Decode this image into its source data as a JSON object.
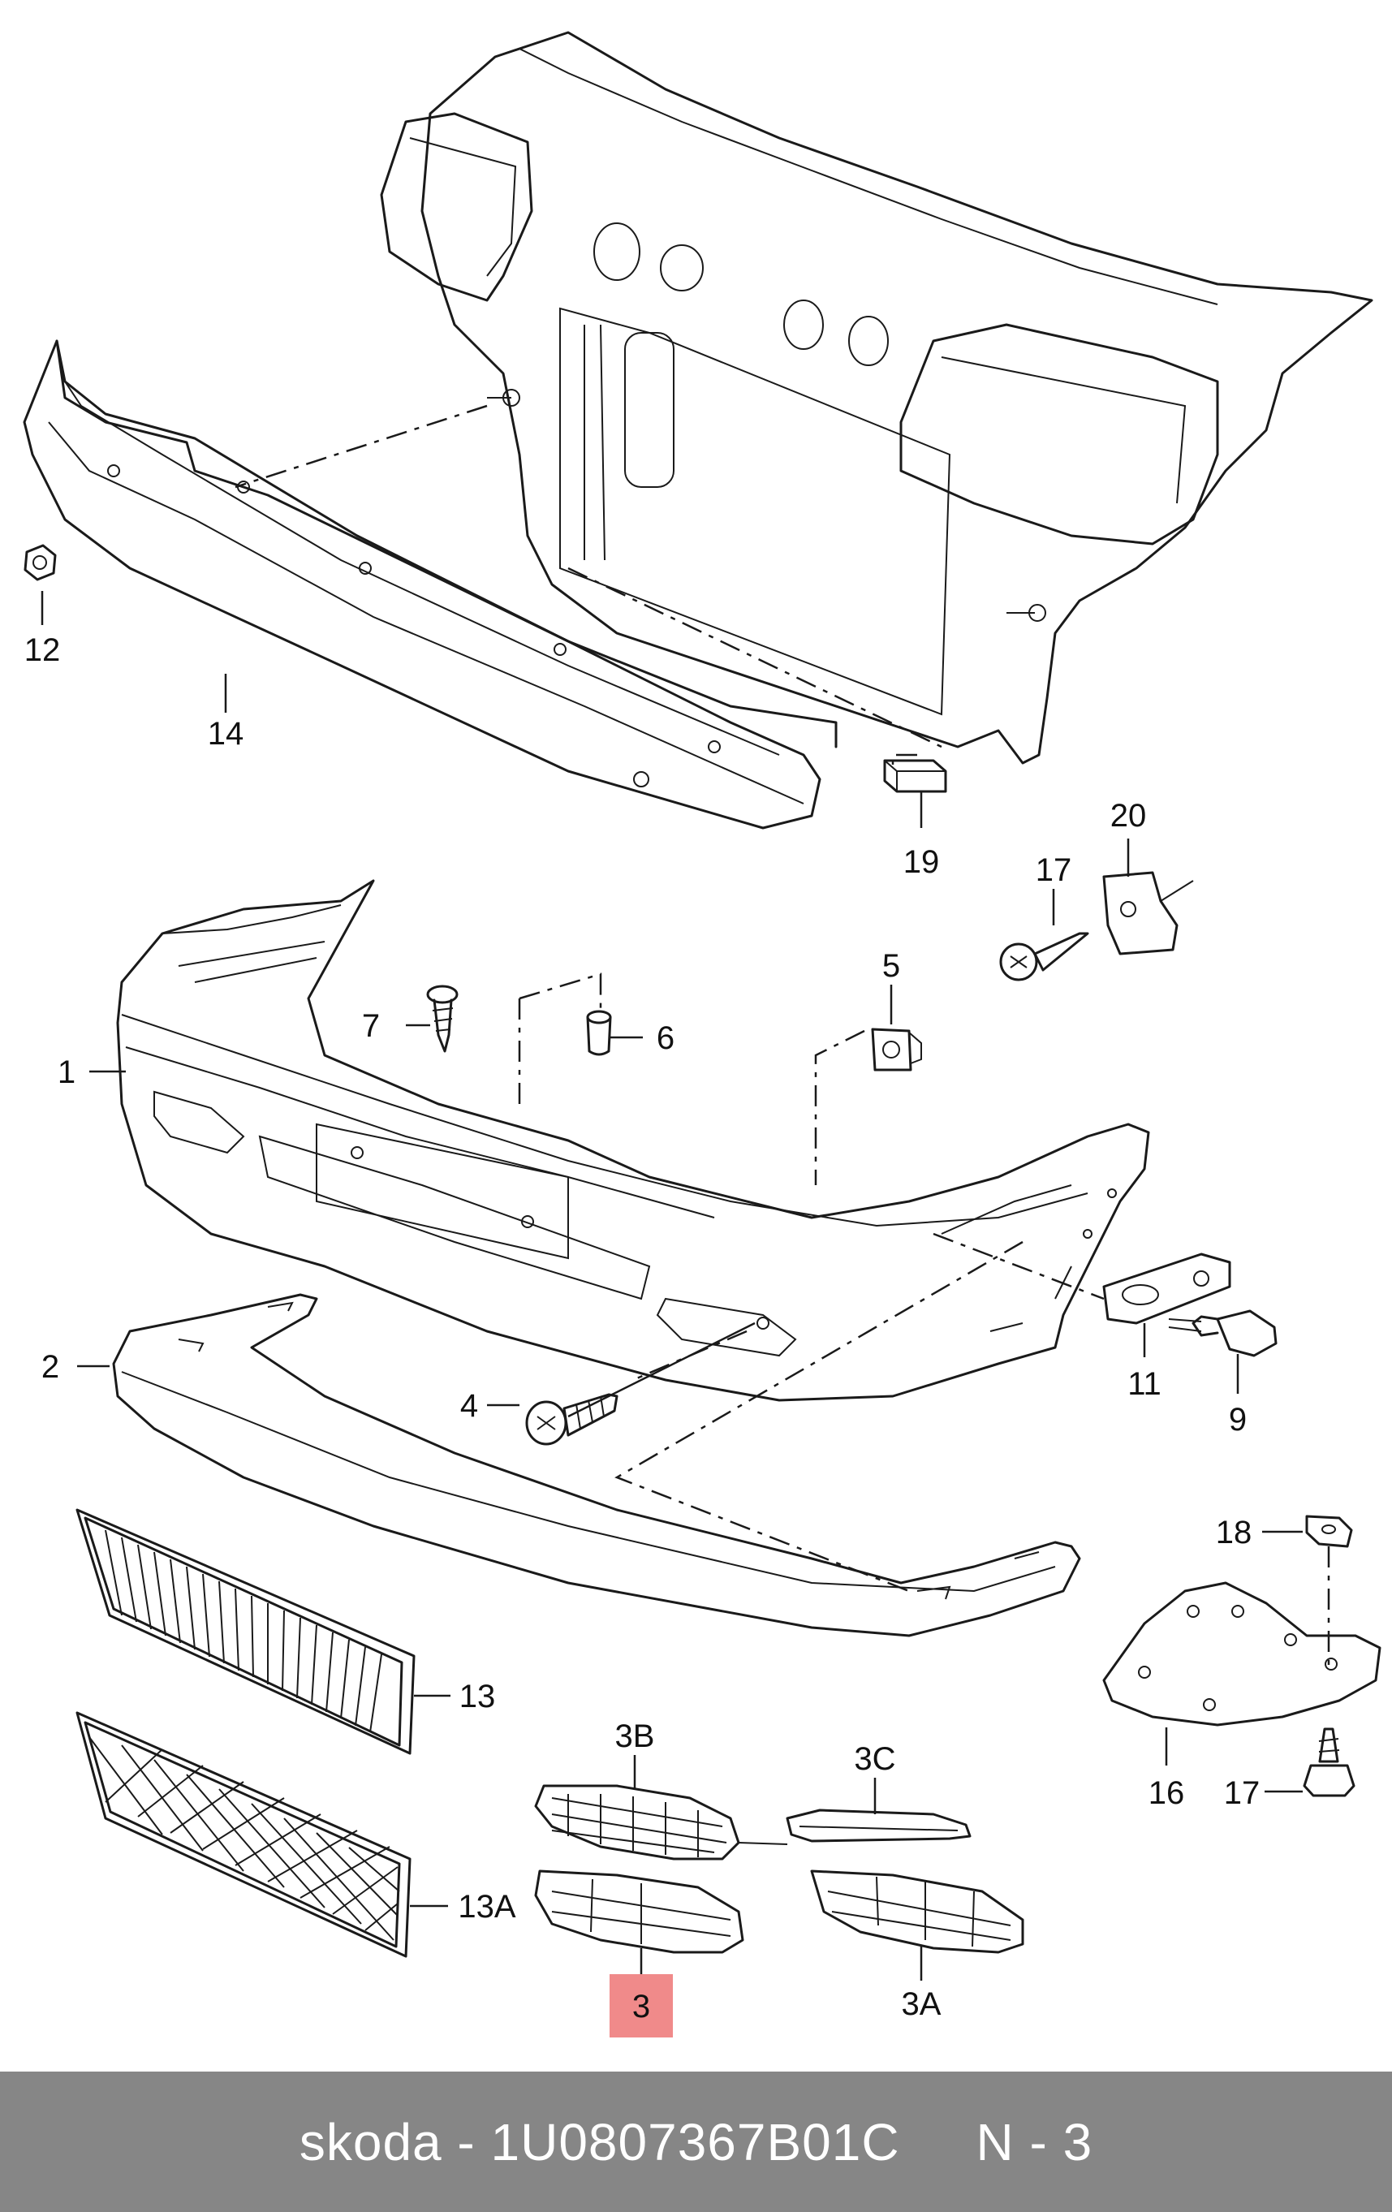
{
  "diagram": {
    "labels": {
      "l1": "1",
      "l2": "2",
      "l3": "3",
      "l3a": "3A",
      "l3b": "3B",
      "l3c": "3C",
      "l4": "4",
      "l5": "5",
      "l6": "6",
      "l7": "7",
      "l9": "9",
      "l11": "11",
      "l12": "12",
      "l13": "13",
      "l13a": "13A",
      "l14": "14",
      "l16": "16",
      "l17a": "17",
      "l17b": "17",
      "l18": "18",
      "l19": "19",
      "l20": "20"
    },
    "highlighted_label": "3",
    "highlight_color": "#f08a8a"
  },
  "footer": {
    "text": "skoda - 1U0807367B01C     N - 3",
    "background": "#868686"
  }
}
